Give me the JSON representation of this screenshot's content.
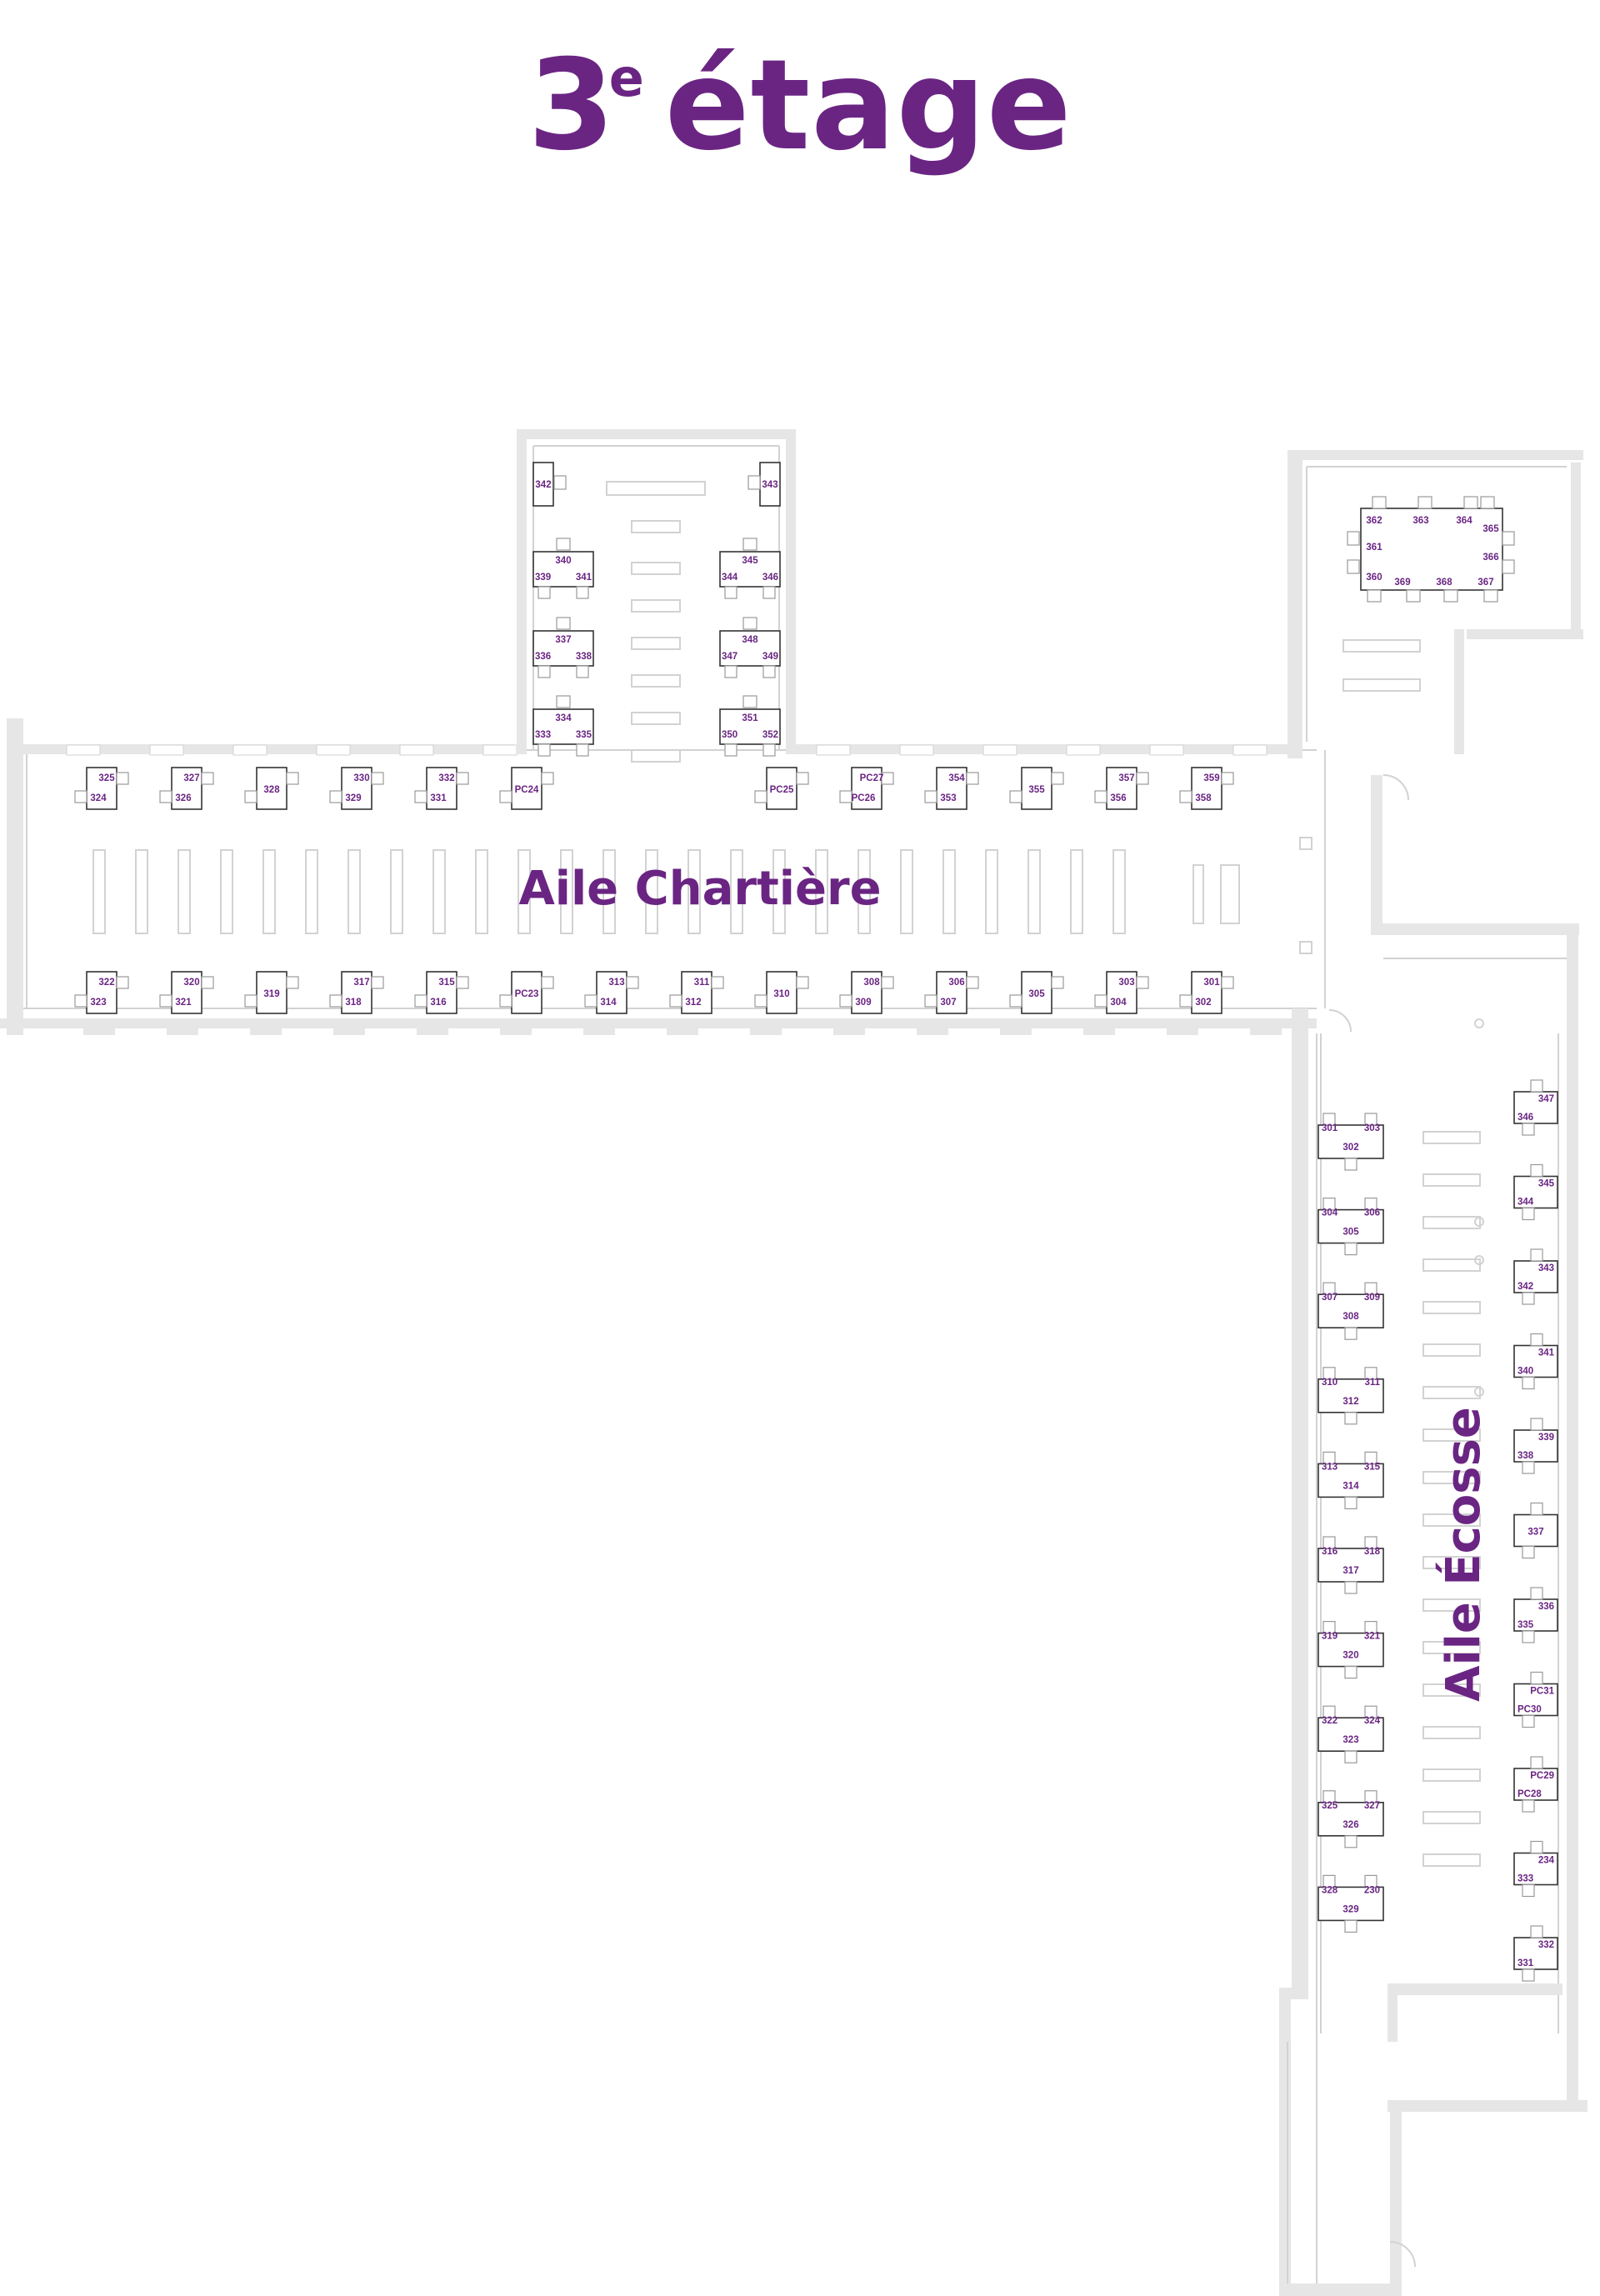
{
  "title": {
    "main": "3",
    "superscript": "e",
    "rest": "étage"
  },
  "colors": {
    "accent": "#6a2583",
    "wall": "#e6e6e6",
    "outline": "#d2d2d2",
    "desk": "#333333"
  },
  "wings": [
    {
      "name": "Aile Chartière",
      "orientation": "horizontal"
    },
    {
      "name": "Aile Écosse",
      "orientation": "vertical"
    }
  ],
  "north_room": {
    "side_desks": [
      "342",
      "343"
    ],
    "left_desks": [
      [
        "340",
        "339",
        "341"
      ],
      [
        "337",
        "336",
        "338"
      ],
      [
        "334",
        "333",
        "335"
      ]
    ],
    "right_desks": [
      [
        "345",
        "344",
        "346"
      ],
      [
        "348",
        "347",
        "349"
      ],
      [
        "351",
        "350",
        "352"
      ]
    ]
  },
  "east_room_table": {
    "top": [
      "362",
      "363",
      "364",
      "365"
    ],
    "side": [
      "361",
      "366"
    ],
    "bottom": [
      "360",
      "369",
      "368",
      "367"
    ]
  },
  "chartiere_top": [
    [
      "325",
      "324"
    ],
    [
      "327",
      "326"
    ],
    [
      "328"
    ],
    [
      "330",
      "329"
    ],
    [
      "332",
      "331"
    ],
    [
      "PC24"
    ],
    [
      "PC25"
    ],
    [
      "PC27",
      "PC26"
    ],
    [
      "354",
      "353"
    ],
    [
      "355"
    ],
    [
      "357",
      "356"
    ],
    [
      "359",
      "358"
    ]
  ],
  "chartiere_bottom": [
    [
      "322",
      "323"
    ],
    [
      "320",
      "321"
    ],
    [
      "319"
    ],
    [
      "317",
      "318"
    ],
    [
      "315",
      "316"
    ],
    [
      "PC23"
    ],
    [
      "313",
      "314"
    ],
    [
      "311",
      "312"
    ],
    [
      "310"
    ],
    [
      "308",
      "309"
    ],
    [
      "306",
      "307"
    ],
    [
      "305"
    ],
    [
      "303",
      "304"
    ],
    [
      "301",
      "302"
    ]
  ],
  "ecosse_left": [
    [
      "301",
      "303",
      "302"
    ],
    [
      "304",
      "306",
      "305"
    ],
    [
      "307",
      "309",
      "308"
    ],
    [
      "310",
      "311",
      "312"
    ],
    [
      "313",
      "315",
      "314"
    ],
    [
      "316",
      "318",
      "317"
    ],
    [
      "319",
      "321",
      "320"
    ],
    [
      "322",
      "324",
      "323"
    ],
    [
      "325",
      "327",
      "326"
    ],
    [
      "328",
      "230",
      "329"
    ]
  ],
  "ecosse_right": [
    [
      "347",
      "346"
    ],
    [
      "345",
      "344"
    ],
    [
      "343",
      "342"
    ],
    [
      "341",
      "340"
    ],
    [
      "339",
      "338"
    ],
    [
      "337"
    ],
    [
      "336",
      "335"
    ],
    [
      "PC31",
      "PC30"
    ],
    [
      "PC29",
      "PC28"
    ],
    [
      "234",
      "333"
    ],
    [
      "332",
      "331"
    ]
  ]
}
